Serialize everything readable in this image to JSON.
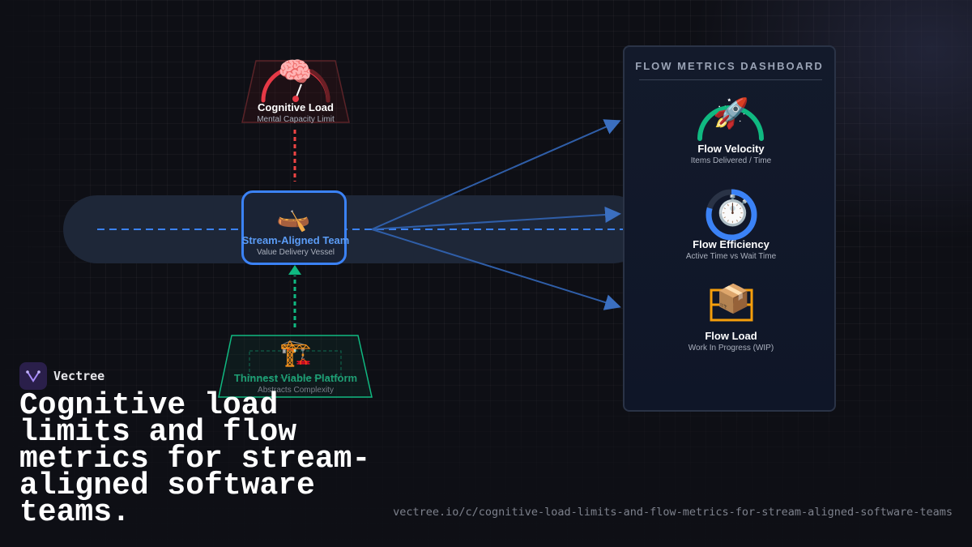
{
  "colors": {
    "accent_blue": "#3b82f6",
    "cognitive_red": "#ef4444",
    "platform_green": "#10b981",
    "velocity_green": "#10b981",
    "load_orange": "#f59e0b"
  },
  "diagram": {
    "cognitive_load": {
      "title": "Cognitive Load",
      "subtitle": "Mental Capacity Limit",
      "icon": "brain-gauge-icon",
      "emoji": "🧠"
    },
    "team": {
      "title": "Stream-Aligned Team",
      "subtitle": "Value Delivery Vessel",
      "icon": "canoe-icon",
      "emoji": "🛶"
    },
    "platform": {
      "title": "Thinnest Viable Platform",
      "subtitle": "Abstracts Complexity",
      "icon": "crane-icon",
      "emoji": "🏗️"
    }
  },
  "dashboard": {
    "title": "FLOW METRICS DASHBOARD",
    "metrics": [
      {
        "title": "Flow Velocity",
        "subtitle": "Items Delivered / Time",
        "icon": "rocket-icon",
        "emoji": "🚀"
      },
      {
        "title": "Flow Efficiency",
        "subtitle": "Active Time vs Wait Time",
        "icon": "stopwatch-icon",
        "emoji": "⏱️"
      },
      {
        "title": "Flow Load",
        "subtitle": "Work In Progress (WIP)",
        "icon": "package-icon",
        "emoji": "📦"
      }
    ]
  },
  "brand": {
    "name": "Vectree",
    "icon": "vectree-logo-icon"
  },
  "headline": "Cognitive load limits and flow metrics for stream-aligned software teams.",
  "url": "vectree.io/c/cognitive-load-limits-and-flow-metrics-for-stream-aligned-software-teams"
}
